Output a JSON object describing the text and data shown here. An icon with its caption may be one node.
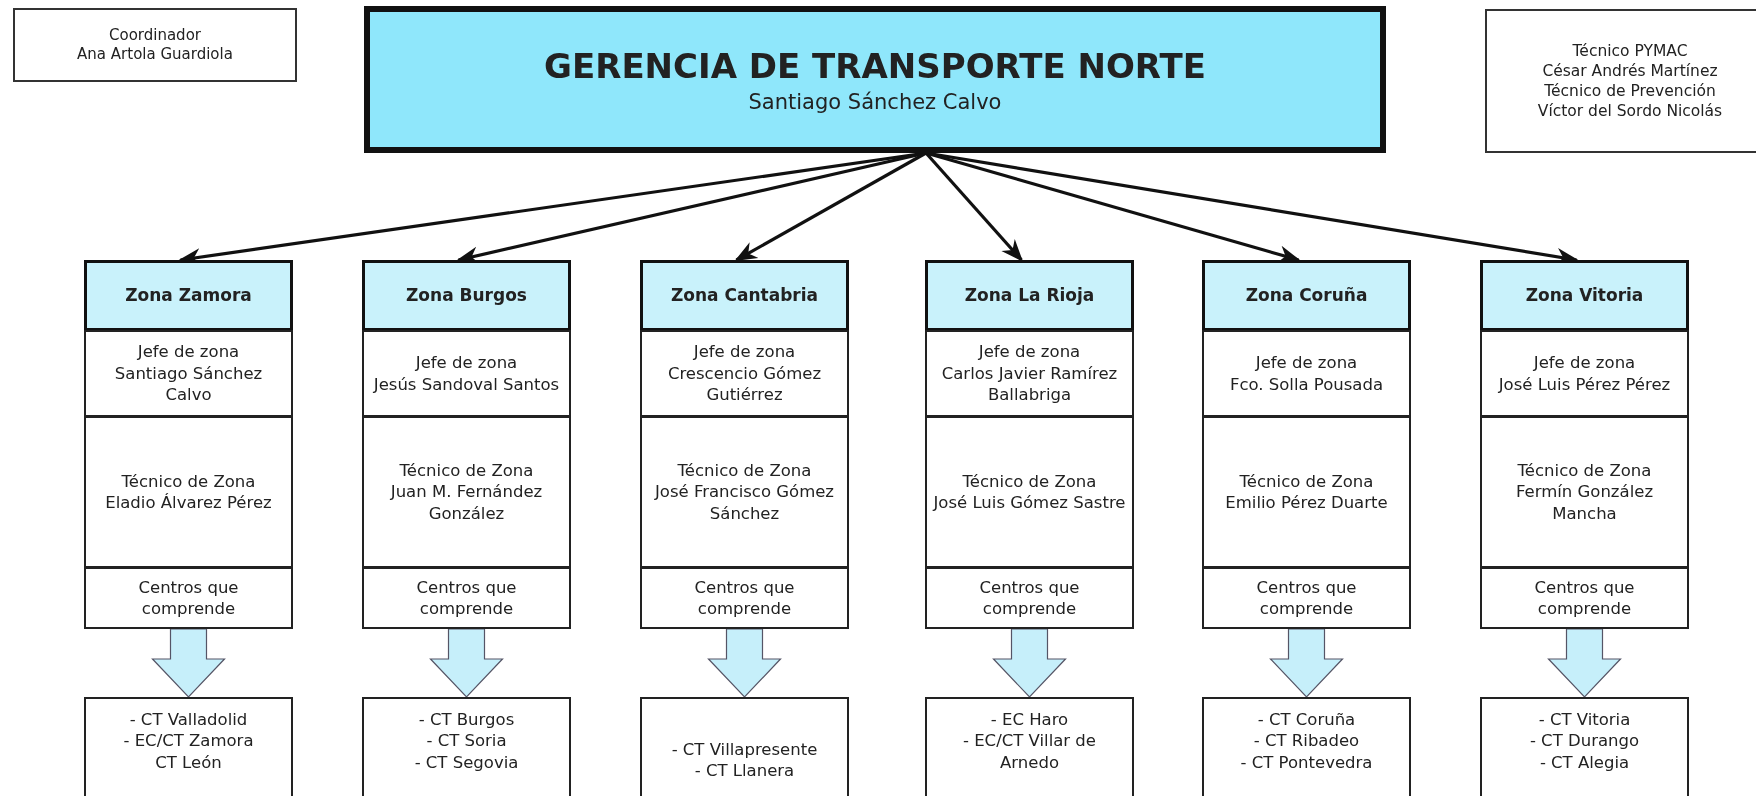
{
  "diagram": {
    "nodes": [
      {
        "text": [
          "Coordinador",
          "Ana Artola Guardiola"
        ]
      },
      {
        "text": [
          "GERENCIA DE TRANSPORTE NORTE",
          "Santiago Sánchez Calvo"
        ]
      },
      {
        "text": [
          "Técnico PYMAC",
          "César Andrés Martínez",
          "Técnico de Prevención",
          "Víctor del Sordo Nicolás"
        ]
      },
      {
        "text": [
          "Zona Zamora"
        ]
      },
      {
        "text": [
          "Jefe de zona",
          "Santiago Sánchez Calvo"
        ]
      },
      {
        "text": [
          "Técnico de Zona",
          "Eladio Álvarez Pérez"
        ]
      },
      {
        "text": [
          "Centros que comprende"
        ]
      },
      {
        "text": [
          "- CT Valladolid",
          "- EC/CT Zamora",
          "CT León"
        ]
      },
      {
        "text": [
          "Zona Burgos"
        ]
      },
      {
        "text": [
          "Jefe de zona",
          "Jesús Sandoval Santos"
        ]
      },
      {
        "text": [
          "Técnico de Zona",
          "Juan M. Fernández González"
        ]
      },
      {
        "text": [
          "Centros que comprende"
        ]
      },
      {
        "text": [
          "- CT Burgos",
          "- CT Soria",
          "- CT Segovia"
        ]
      },
      {
        "text": [
          "Zona Cantabria"
        ]
      },
      {
        "text": [
          "Jefe de zona",
          "Crescencio Gómez Gutiérrez"
        ]
      },
      {
        "text": [
          "Técnico de Zona",
          "José Francisco Gómez Sánchez"
        ]
      },
      {
        "text": [
          "Centros que comprende"
        ]
      },
      {
        "text": [
          "- CT Villapresente",
          "- CT Llanera"
        ]
      },
      {
        "text": [
          "Zona La Rioja"
        ]
      },
      {
        "text": [
          "Jefe de zona",
          "Carlos Javier Ramírez Ballabriga"
        ]
      },
      {
        "text": [
          "Técnico de Zona",
          "José Luis Gómez Sastre"
        ]
      },
      {
        "text": [
          "Centros que comprende"
        ]
      },
      {
        "text": [
          "- EC Haro",
          "- EC/CT Villar de Arnedo"
        ]
      },
      {
        "text": [
          "Zona Coruña"
        ]
      },
      {
        "text": [
          "Jefe de zona",
          "Fco. Solla Pousada"
        ]
      },
      {
        "text": [
          "Técnico de Zona",
          "Emilio Pérez Duarte"
        ]
      },
      {
        "text": [
          "Centros que comprende"
        ]
      },
      {
        "text": [
          "- CT Coruña",
          "- CT Ribadeo",
          "- CT Pontevedra"
        ]
      },
      {
        "text": [
          "Zona Vitoria"
        ]
      },
      {
        "text": [
          "Jefe de zona",
          "José Luis Pérez Pérez"
        ]
      },
      {
        "text": [
          "Técnico de Zona",
          "Fermín González Mancha"
        ]
      },
      {
        "text": [
          "Centros que comprende"
        ]
      },
      {
        "text": [
          "- CT Vitoria",
          "- CT Durango",
          "- CT Alegia"
        ]
      }
    ],
    "edges": [
      {
        "from": 1,
        "to": 3,
        "arrow": "to"
      },
      {
        "from": 1,
        "to": 8,
        "arrow": "to"
      },
      {
        "from": 1,
        "to": 13,
        "arrow": "to"
      },
      {
        "from": 1,
        "to": 18,
        "arrow": "to"
      },
      {
        "from": 1,
        "to": 23,
        "arrow": "to"
      },
      {
        "from": 1,
        "to": 28,
        "arrow": "to"
      },
      {
        "from": 6,
        "to": 7,
        "arrow": "to",
        "style": "thick",
        "color": "#c6effa"
      },
      {
        "from": 11,
        "to": 12,
        "arrow": "to",
        "style": "thick",
        "color": "#c6effa"
      },
      {
        "from": 16,
        "to": 17,
        "arrow": "to",
        "style": "thick",
        "color": "#c6effa"
      },
      {
        "from": 21,
        "to": 22,
        "arrow": "to",
        "style": "thick",
        "color": "#c6effa"
      },
      {
        "from": 26,
        "to": 27,
        "arrow": "to",
        "style": "thick",
        "color": "#c6effa"
      },
      {
        "from": 31,
        "to": 32,
        "arrow": "to",
        "style": "thick",
        "color": "#c6effa"
      }
    ]
  }
}
